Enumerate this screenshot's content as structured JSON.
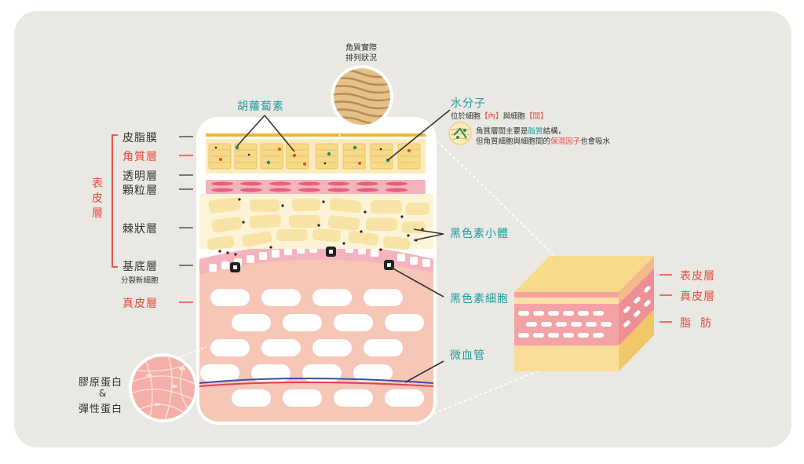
{
  "labels": {
    "corneum_top_title": "角質實際",
    "corneum_top_sub": "排列狀況",
    "carotene": "胡蘿蔔素",
    "water_title": "水分子",
    "water_sub_pre": "位於細胞",
    "water_sub_in": "【內】",
    "water_sub_mid": "與細胞",
    "water_sub_between": "【間】",
    "water_desc1_pre": "角質層間主要是",
    "water_desc1_hl": "脂質",
    "water_desc1_post": "結構，",
    "water_desc2_pre": "但角質細胞與細胞間的",
    "water_desc2_hl": "保濕因子",
    "water_desc2_post": "也會吸水",
    "sebum": "皮脂膜",
    "corneum": "角質層",
    "lucidum": "透明層",
    "granulosum": "顆粒層",
    "spinosum": "棘狀層",
    "basale": "基底層",
    "basale_sub": "分裂新細胞",
    "dermis": "真皮層",
    "epidermis_group": [
      "表",
      "皮",
      "層"
    ],
    "melanosome": "黑色素小體",
    "melanocyte": "黑色素細胞",
    "capillary": "微血管",
    "collagen": "膠原蛋白",
    "amp": "&",
    "elastin": "彈性蛋白",
    "block_epidermis": "表皮層",
    "block_dermis": "真皮層",
    "block_fat": "脂  肪"
  },
  "colors": {
    "red": "#e8483e",
    "teal": "#1f9c9c",
    "skin_yellow": "#f7e3a6",
    "dermis_pink": "#f6c6b6",
    "basal_pink": "#f4b4bd"
  }
}
